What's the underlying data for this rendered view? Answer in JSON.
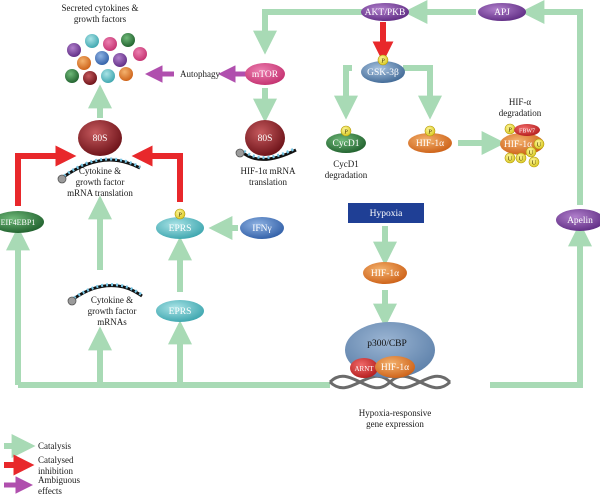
{
  "colors": {
    "catalysis": "#a8dab5",
    "catalysed_inhibition": "#e8282b",
    "ambiguous": "#b04fae",
    "purple_node": "#7b3b9c",
    "orange_node": "#e07a2c",
    "teal_node": "#5fbfc6",
    "blue_node": "#3b6fb6",
    "green_node": "#2a7d3a",
    "maroon_node": "#8a1e24",
    "steel_node": "#5e86b3",
    "hypoxia_box": "#1f3f95",
    "p300_ellipse": "#6f8fb3"
  },
  "labels": {
    "secreted": [
      "Secreted cytokines &",
      "growth factors"
    ],
    "autophagy": "Autophagy",
    "cytokine_translation": [
      "Cytokine &",
      "growth factor",
      "mRNA translation"
    ],
    "hif_translation": [
      "HIF-1α mRNA",
      "translation"
    ],
    "cycd1_degradation": [
      "CycD1",
      "degradation"
    ],
    "hif_alpha_degradation": [
      "HIF-α",
      "degradation"
    ],
    "cytokine_mrnas": [
      "Cytokine &",
      "growth factor",
      "mRNAs"
    ],
    "gene_expression": [
      "Hypoxia-responsive",
      "gene expression"
    ]
  },
  "nodes": {
    "akt": "AKT/PKB",
    "apj": "APJ",
    "mtor": "mTOR",
    "gsk": "GSK-3β",
    "ribo_left": "80S",
    "ribo_right": "80S",
    "cycd1": "CycD1",
    "hif_degr": "HIF-1α",
    "fbw7": "FBW7",
    "hif_mid": "HIF-1α",
    "eif": "EIF4EBP1",
    "eprs_top": "EPRS",
    "ifn": "IFNγ",
    "eprs_bottom": "EPRS",
    "hypoxia": "Hypoxia",
    "hif_hypoxia": "HIF-1α",
    "apelin": "Apelin",
    "p300": "p300/CBP",
    "arnt": "ARNT",
    "hif_complex": "HIF-1α",
    "phospho": "P",
    "ubiquitin": "U"
  },
  "legend": {
    "catalysis": "Catalysis",
    "inhibition": [
      "Catalysed",
      "inhibition"
    ],
    "ambiguous": [
      "Ambiguous",
      "effects"
    ]
  }
}
